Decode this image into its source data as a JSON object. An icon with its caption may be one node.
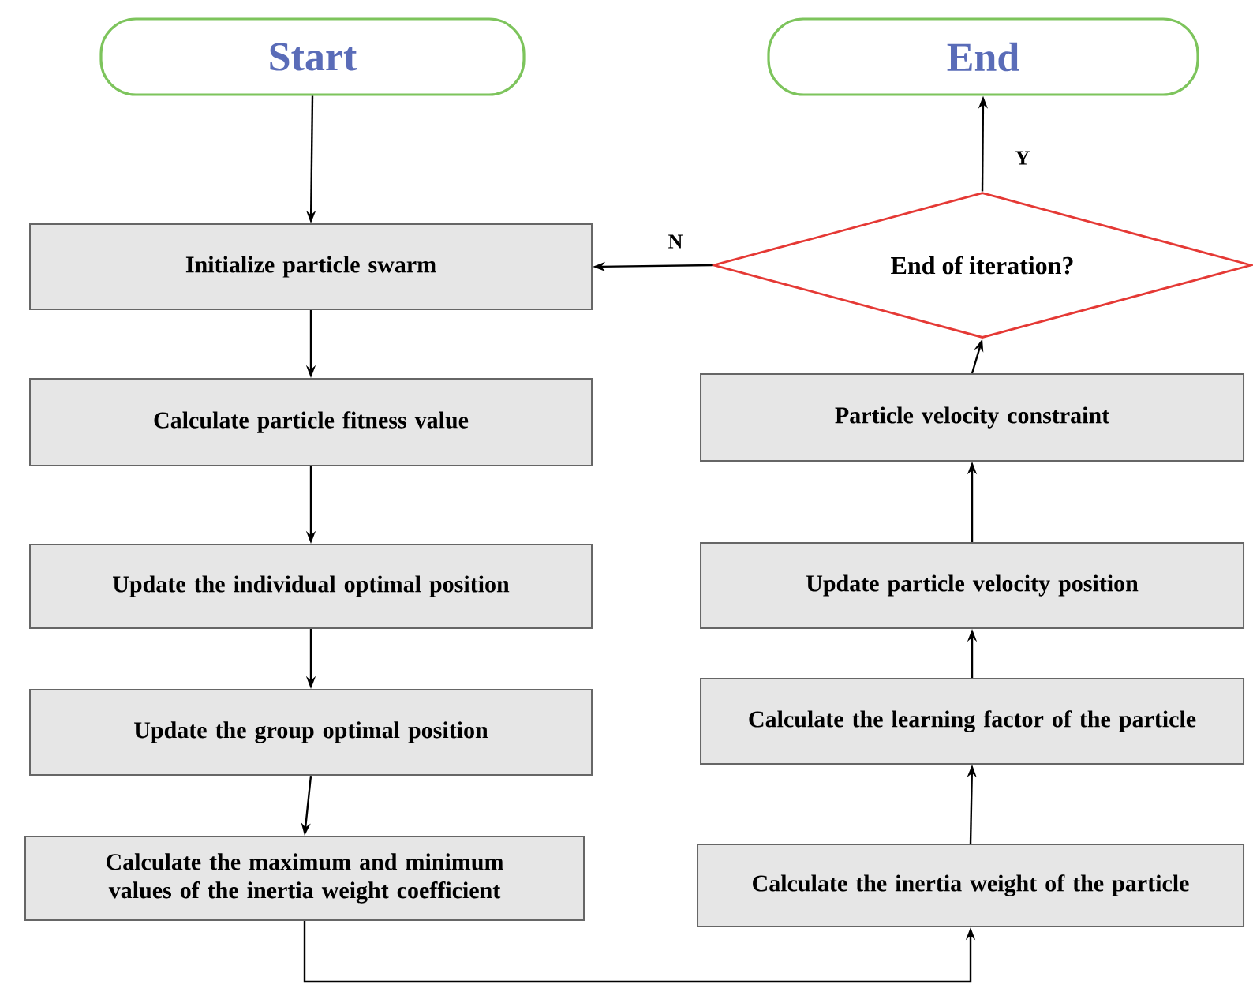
{
  "diagram": {
    "nodes": [
      {
        "text": [
          "Start"
        ]
      },
      {
        "text": [
          "End"
        ]
      },
      {
        "text": [
          "Initialize particle swarm"
        ]
      },
      {
        "text": [
          "Calculate particle fitness value"
        ]
      },
      {
        "text": [
          "Update the individual optimal position"
        ]
      },
      {
        "text": [
          "Update the group optimal position"
        ]
      },
      {
        "text": [
          "Calculate the maximum and minimum values of the inertia weight coefficient"
        ]
      },
      {
        "text": [
          "End of iteration?"
        ]
      },
      {
        "text": [
          "Particle velocity constraint"
        ]
      },
      {
        "text": [
          "Update particle velocity position"
        ]
      },
      {
        "text": [
          "Calculate the learning factor of the particle"
        ]
      },
      {
        "text": [
          "Calculate the inertia weight of the particle"
        ]
      }
    ],
    "edges": [
      {
        "from": 0,
        "to": 2,
        "arrow": "to"
      },
      {
        "from": 2,
        "to": 3,
        "arrow": "to"
      },
      {
        "from": 3,
        "to": 4,
        "arrow": "to"
      },
      {
        "from": 4,
        "to": 5,
        "arrow": "to"
      },
      {
        "from": 5,
        "to": 6,
        "arrow": "to"
      },
      {
        "from": 6,
        "to": 11,
        "arrow": "to"
      },
      {
        "from": 11,
        "to": 10,
        "arrow": "to"
      },
      {
        "from": 10,
        "to": 9,
        "arrow": "to"
      },
      {
        "from": 9,
        "to": 8,
        "arrow": "to"
      },
      {
        "from": 8,
        "to": 7,
        "arrow": "to"
      },
      {
        "from": 7,
        "to": 1,
        "arrow": "to",
        "label": "Y"
      },
      {
        "from": 7,
        "to": 2,
        "arrow": "to",
        "label": "N"
      }
    ]
  }
}
